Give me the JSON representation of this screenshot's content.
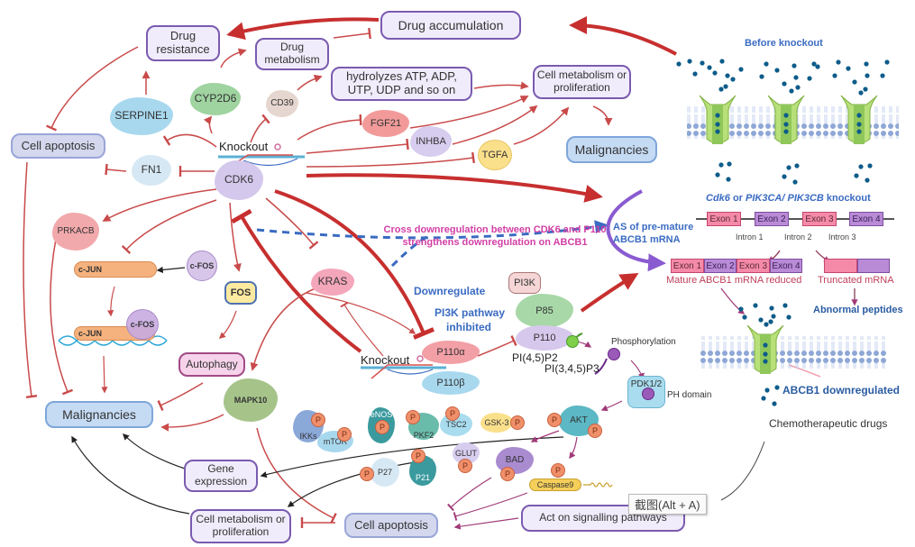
{
  "colors": {
    "inhibit_red": "#c0392b",
    "activate_red": "#c94a4a",
    "dashed_blue": "#3a6bc2",
    "magenta_text": "#d23fa5",
    "blue_text": "#3a6bc2",
    "drug_dot": "#0d5c8a",
    "channel_green": "#b8e07a",
    "membrane": "#8ea7d6"
  },
  "boxes": {
    "drug_resistance": "Drug resistance",
    "drug_metabolism": "Drug metabolism",
    "drug_accumulation": "Drug accumulation",
    "hydrolyzes": "hydrolyzes ATP, ADP, UTP, UDP and so on",
    "cell_metabolism_top": "Cell metabolism or proliferation",
    "malignancies_top": "Malignancies",
    "cell_apoptosis_left": "Cell apoptosis",
    "malignancies_left": "Malignancies",
    "autophagy": "Autophagy",
    "gene_expression": "Gene expression",
    "cell_metabolism_bottom": "Cell metabolism or proliferation",
    "cell_apoptosis_bottom": "Cell apoptosis",
    "act_on_signalling": "Act on signalling pathways"
  },
  "proteins": {
    "serpine1": "SERPINE1",
    "cyp2d6": "CYP2D6",
    "cd39": "CD39",
    "fgf21": "FGF21",
    "inhba": "INHBA",
    "tgfa": "TGFA",
    "fn1": "FN1",
    "cdk6": "CDK6",
    "prkacb": "PRKACB",
    "c_jun": "c-JUN",
    "c_fos": "c-FOS",
    "fos": "FOS",
    "kras": "KRAS",
    "mapk10": "MAPK10",
    "pi3k": "PI3K",
    "p85": "P85",
    "p110": "P110",
    "p110a": "P110α",
    "p110b": "P110β",
    "pip2": "PI(4,5)P2",
    "pip3": "PI(3,4,5)P3",
    "pdk": "PDK1/2",
    "ph_domain": "PH domain",
    "akt": "AKT",
    "ikks": "IKKs",
    "mtor": "mTOR",
    "enos": "eNOS",
    "pkf2": "PKF2",
    "tsc2": "TSC2",
    "gsk3": "GSK-3",
    "glut": "GLUT",
    "p27": "P27",
    "p21": "P21",
    "bad": "BAD",
    "caspase9": "Caspase9",
    "phospho": "P"
  },
  "annotations": {
    "knockout": "Knockout",
    "knockout2": "Knockout",
    "cross_line1": "Cross downregulation between CDK6 and P110",
    "cross_line2": "strengthens downregulation on ABCB1",
    "downregulate": "Downregulate",
    "pi3k_inhibited_1": "PI3K pathway",
    "pi3k_inhibited_2": "inhibited",
    "phosphorylation": "Phosphorylation",
    "before_knockout": "Before knockout",
    "as_premature_1": "AS of pre-mature",
    "as_premature_2": "ABCB1  mRNA",
    "knockout_title_cdk6": "Cdk6",
    "knockout_title_or": " or ",
    "knockout_title_pik": "PIK3CA/ PIK3CB",
    "knockout_title_end": " knockout",
    "intron1": "Intron 1",
    "intron2": "Intron 2",
    "intron3": "Intron 3",
    "mature_reduced": "Mature ABCB1 mRNA reduced",
    "truncated": "Truncated mRNA",
    "abnormal_peptides": "Abnormal peptides",
    "abcb1_down": "ABCB1 downregulated",
    "chemo_drugs": "Chemotherapeutic drugs"
  },
  "exons": [
    "Exon 1",
    "Exon 2",
    "Exon 3",
    "Exon 4"
  ],
  "tooltip": "截图(Alt + A)"
}
